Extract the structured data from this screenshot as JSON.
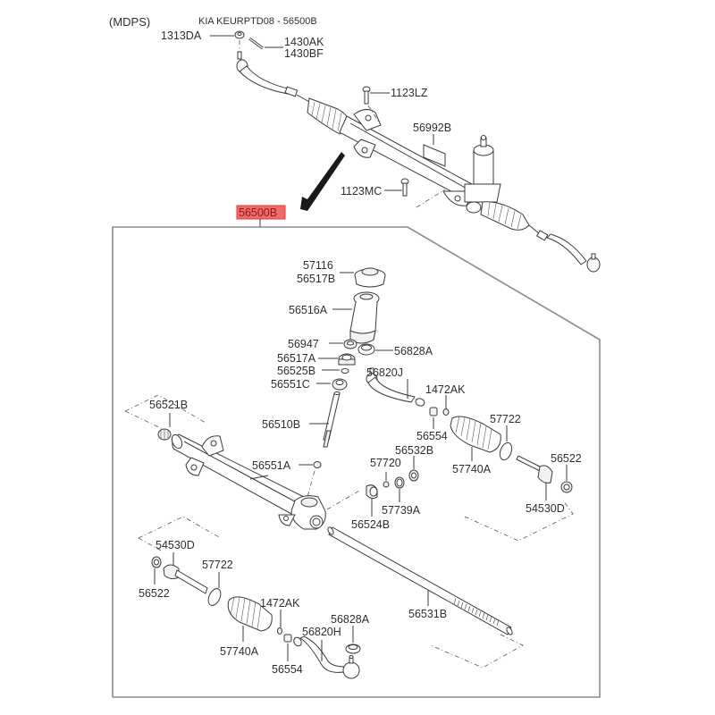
{
  "header": {
    "variant": "(MDPS)",
    "title": "KIA KEURPTD08 - 56500B"
  },
  "highlight": {
    "part_no": "56500B",
    "color": "#f26b6b"
  },
  "assembly_labels": {
    "nut": "1313DA",
    "pin_a": "1430AK",
    "pin_b": "1430BF",
    "bolt_upper": "1123LZ",
    "label_plate": "56992B",
    "bolt_lower": "1123MC"
  },
  "exploded_labels": {
    "cap_a": "57116",
    "cap_b": "56517B",
    "housing": "56516A",
    "seal_56947": "56947",
    "bearing_56517a": "56517A",
    "ring_56525b": "56525B",
    "bearing_56551c": "56551C",
    "pinion": "56510B",
    "bearing_56551a": "56551A",
    "bushing": "56521B",
    "boot_ring_r": "56828A",
    "tie_end_r": "56820J",
    "clip_r": "1472AK",
    "nut_r": "56554",
    "band_r": "57722",
    "boot_r": "57740A",
    "yoke": "56532B",
    "spring": "57720",
    "oring": "57739A",
    "plug": "56524B",
    "washer_r": "56522",
    "inner_rod_r": "54530D",
    "rack_bar": "56531B",
    "inner_rod_l": "54530D",
    "washer_l": "56522",
    "band_l": "57722",
    "clip_l": "1472AK",
    "boot_l": "57740A",
    "nut_l": "56554",
    "boot_ring_l": "56828A",
    "tie_end_l": "56820H"
  }
}
